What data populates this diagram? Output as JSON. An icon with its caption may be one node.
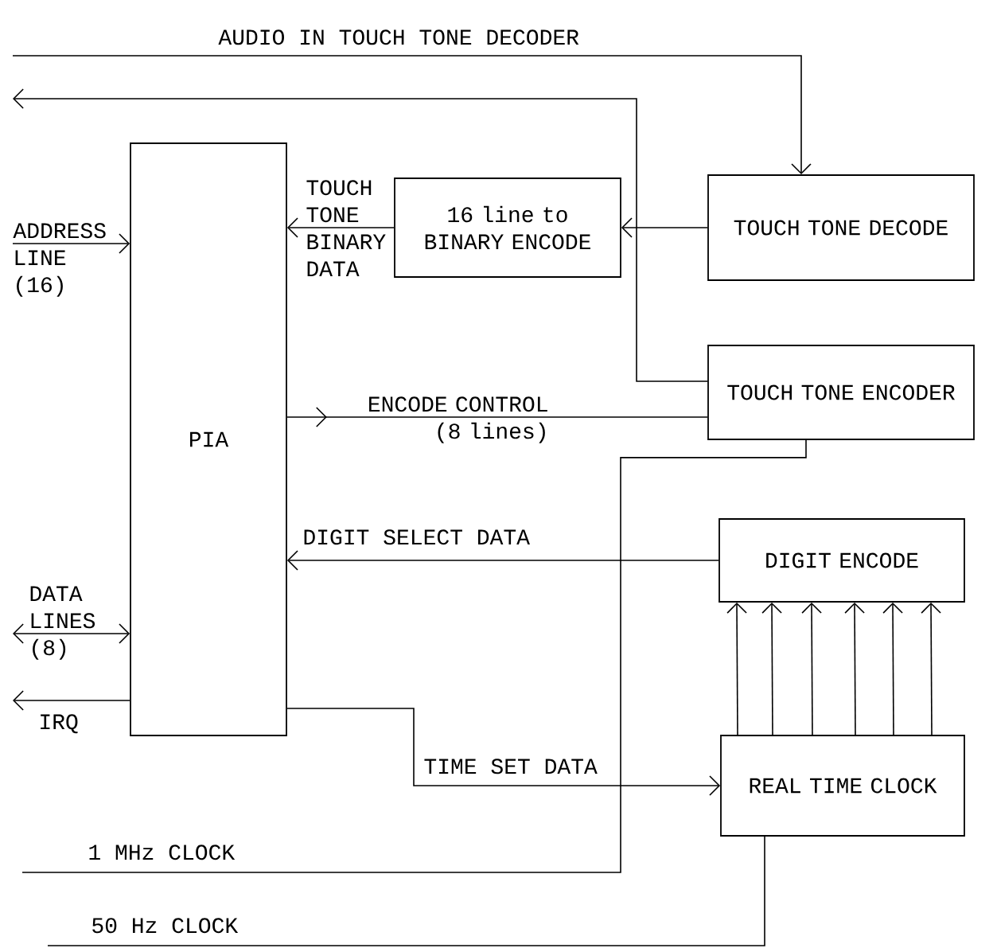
{
  "diagram": {
    "nodes": [
      {
        "text": [
          "PIA"
        ]
      },
      {
        "text": [
          "16 line to BINARY ENCODE"
        ]
      },
      {
        "text": [
          "TOUCH TONE DECODE"
        ]
      },
      {
        "text": [
          "TOUCH TONE ENCODER"
        ]
      },
      {
        "text": [
          "DIGIT ENCODE"
        ]
      },
      {
        "text": [
          "REAL TIME CLOCK"
        ]
      }
    ],
    "edges": [
      {
        "from": null,
        "to": 2,
        "arrow": "to",
        "label": "AUDIO IN TOUCH TONE DECODER"
      },
      {
        "from": 3,
        "to": null,
        "arrow": "to"
      },
      {
        "from": 2,
        "to": 1,
        "arrow": "to"
      },
      {
        "from": 1,
        "to": 0,
        "arrow": "to",
        "label": "TOUCH TONE BINARY DATA"
      },
      {
        "from": 0,
        "to": 3,
        "arrow": "to",
        "label": "ENCODE CONTROL (8 lines)"
      },
      {
        "from": 3,
        "to": null,
        "arrow": "none",
        "label": "1 MHz CLOCK"
      },
      {
        "from": 4,
        "to": 0,
        "arrow": "to",
        "label": "DIGIT SELECT DATA"
      },
      {
        "from": 5,
        "to": 4,
        "arrow": "to"
      },
      {
        "from": 5,
        "to": 4,
        "arrow": "to"
      },
      {
        "from": 5,
        "to": 4,
        "arrow": "to"
      },
      {
        "from": 5,
        "to": 4,
        "arrow": "to"
      },
      {
        "from": 5,
        "to": 4,
        "arrow": "to"
      },
      {
        "from": 5,
        "to": 4,
        "arrow": "to"
      },
      {
        "from": 0,
        "to": 5,
        "arrow": "to",
        "label": "TIME SET DATA"
      },
      {
        "from": 5,
        "to": null,
        "arrow": "none",
        "label": "50 Hz CLOCK"
      },
      {
        "from": null,
        "to": 0,
        "arrow": "to",
        "label": "ADDRESS LINE (16)"
      },
      {
        "from": null,
        "to": 0,
        "arrow": "both",
        "label": "DATA LINES (8)"
      },
      {
        "from": 0,
        "to": null,
        "arrow": "to",
        "label": "IRQ"
      }
    ]
  }
}
